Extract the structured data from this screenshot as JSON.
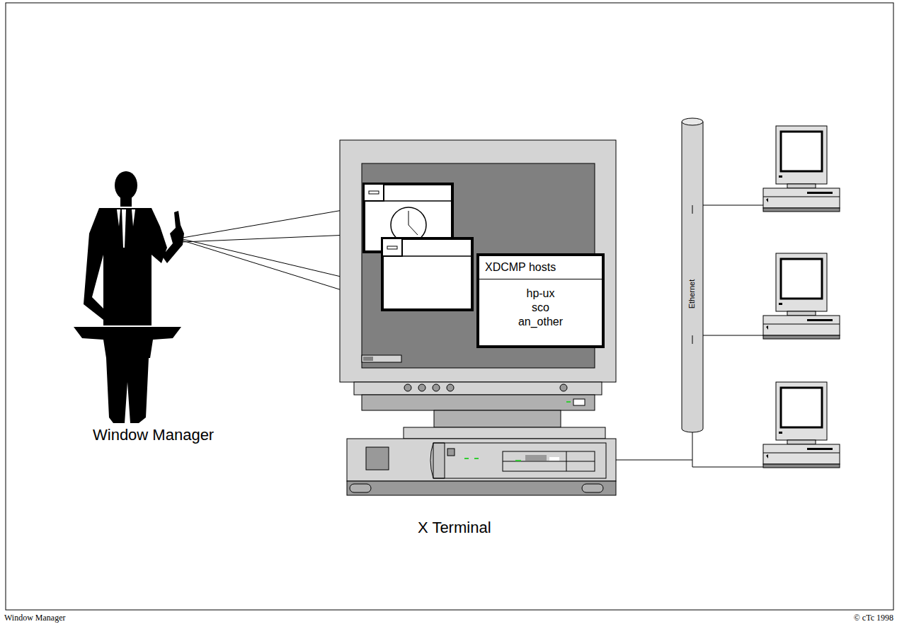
{
  "diagram": {
    "caption": "Window Manager",
    "nodes": [
      {
        "text": [
          "XDCMP hosts",
          "hp-ux",
          "sco",
          "an_other"
        ]
      }
    ],
    "labels": [
      "Window Manager",
      "X Terminal",
      "Ethernet",
      "© cTc 1998"
    ]
  }
}
